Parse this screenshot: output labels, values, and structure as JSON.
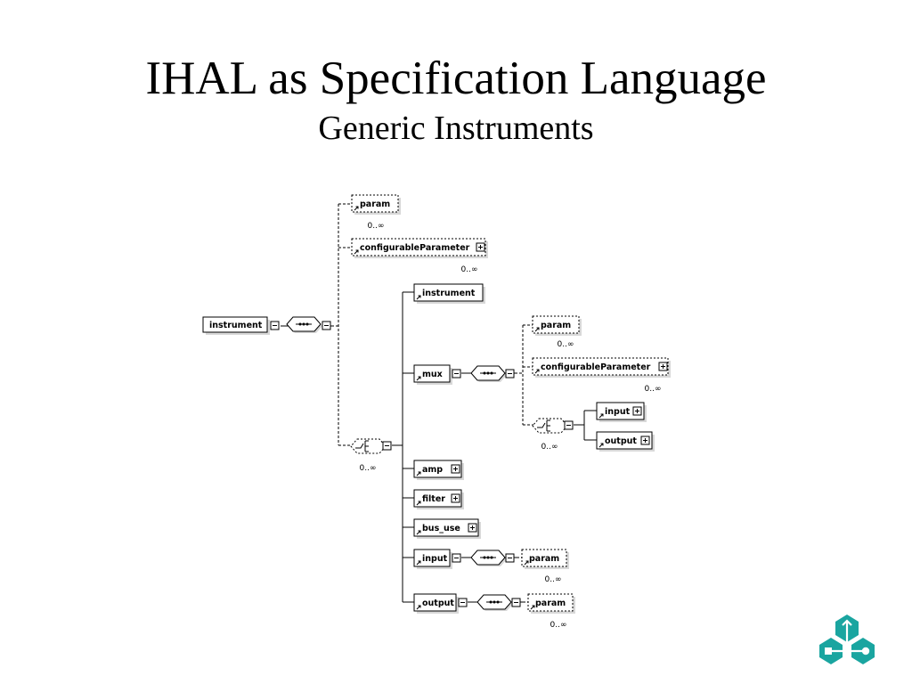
{
  "slide": {
    "title": "IHAL as Specification Language",
    "subtitle": "Generic Instruments"
  },
  "diagram": {
    "root": "instrument",
    "attributes": {
      "param": "param",
      "configurable": "configurableParameter",
      "cardinality": "0..∞"
    },
    "choice_cardinality": "0..∞",
    "children": {
      "instrument": "instrument",
      "mux": "mux",
      "mux_param": "param",
      "mux_param_card": "0..∞",
      "mux_configurable": "configurableParameter",
      "mux_configurable_card": "0..∞",
      "mux_choice_card": "0..∞",
      "mux_input": "input",
      "mux_output": "output",
      "amp": "amp",
      "filter": "filter",
      "bus_use": "bus_use",
      "input": "input",
      "input_param": "param",
      "input_param_card": "0..∞",
      "output": "output",
      "output_param": "param",
      "output_param_card": "0..∞"
    }
  },
  "colors": {
    "logo": "#1aa5a0",
    "line": "#000000"
  },
  "logo_icon": "molecule-logo-icon"
}
